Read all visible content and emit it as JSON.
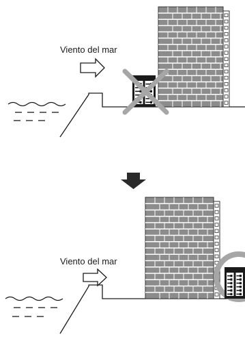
{
  "scene_before": {
    "wind_label": "Viento del mar",
    "status": "incorrect"
  },
  "scene_after": {
    "wind_label": "Viento del mar",
    "status": "correct"
  },
  "colors": {
    "building_face": "#8c8c8c",
    "building_line": "#ffffff",
    "unit_body": "#1a1a1a",
    "cross_mark": "#a6a6a6",
    "circle_mark": "#a6a6a6",
    "transition_arrow": "#2a2a2a"
  },
  "icons": {
    "wind": "wind-arrow-icon",
    "cross": "cross-mark-icon",
    "circle": "ok-circle-icon",
    "down": "down-arrow-icon"
  }
}
